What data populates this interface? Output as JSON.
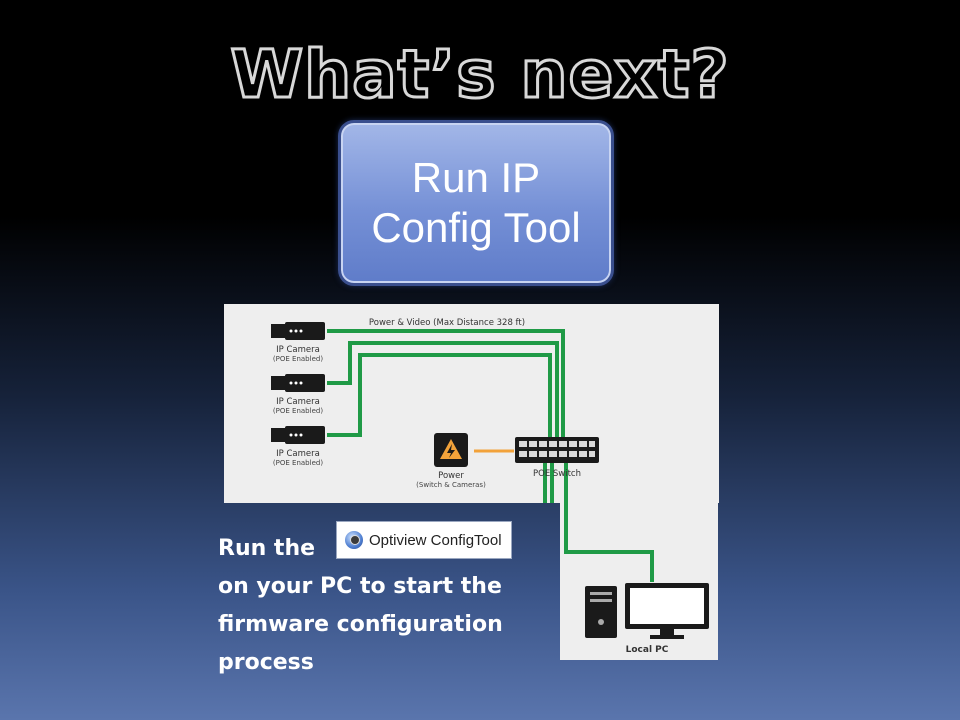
{
  "slide": {
    "title": "What’s next?",
    "action_box": {
      "label": "Run IP Config Tool"
    }
  },
  "diagram": {
    "cable_label": "Power & Video (Max Distance 328 ft)",
    "cameras": [
      {
        "name": "IP Camera",
        "note": "(POE Enabled)"
      },
      {
        "name": "IP Camera",
        "note": "(POE Enabled)"
      },
      {
        "name": "IP Camera",
        "note": "(POE Enabled)"
      }
    ],
    "power": {
      "name": "Power",
      "note": "(Switch & Cameras)"
    },
    "switch": {
      "name": "POE Switch"
    },
    "pc": {
      "name": "Local PC"
    },
    "colors": {
      "cable": "#1f9a46",
      "power_cable": "#f2a23a"
    }
  },
  "instructions": {
    "prefix": "Run the",
    "tool_name": "Optiview ConfigTool",
    "line2": "on your PC to start the",
    "line3": "firmware configuration",
    "line4": "process"
  }
}
